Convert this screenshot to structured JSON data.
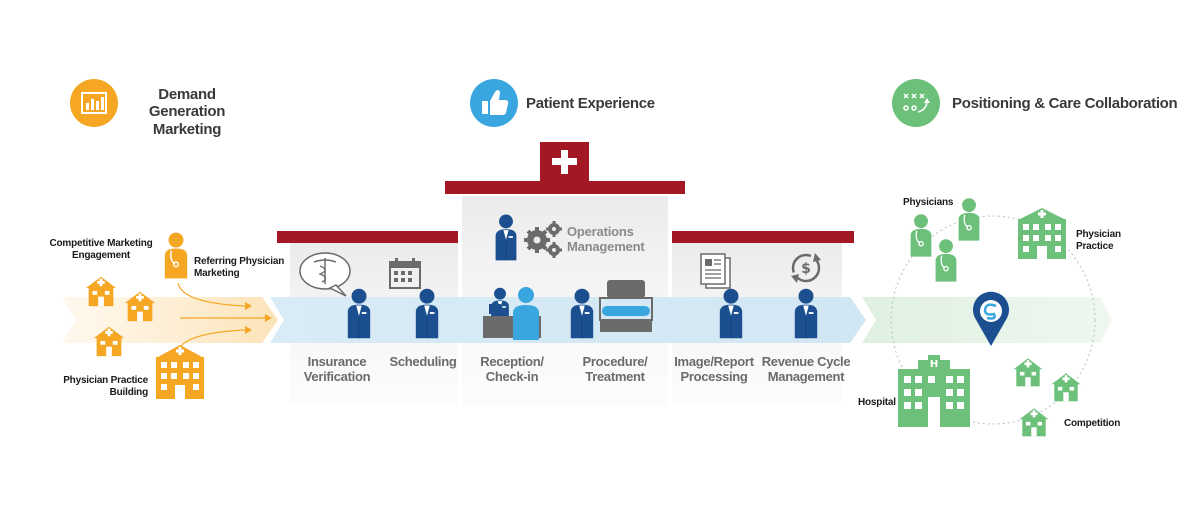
{
  "headers": {
    "demand": "Demand Generation\nMarketing",
    "patient": "Patient Experience",
    "positioning": "Positioning & Care Collaboration"
  },
  "left_labels": {
    "competitive": "Competitive Marketing\nEngagement",
    "referring": "Referring Physician\nMarketing",
    "practice_building": "Physician Practice\nBuilding"
  },
  "ops_label": "Operations\nManagement",
  "steps": [
    "Insurance\nVerification",
    "Scheduling",
    "Reception/\nCheck-in",
    "Procedure/\nTreatment",
    "Image/Report\nProcessing",
    "Revenue Cycle\nManagement"
  ],
  "right_labels": {
    "physicians": "Physicians",
    "physician_practice": "Physician\nPractice",
    "hospital": "Hospital",
    "competition": "Competition"
  },
  "colors": {
    "orange": "#f5a623",
    "blue": "#1b4f8f",
    "light_blue": "#3aa6e0",
    "green": "#6cc07a",
    "red": "#a31822",
    "gray": "#ebebeb"
  }
}
